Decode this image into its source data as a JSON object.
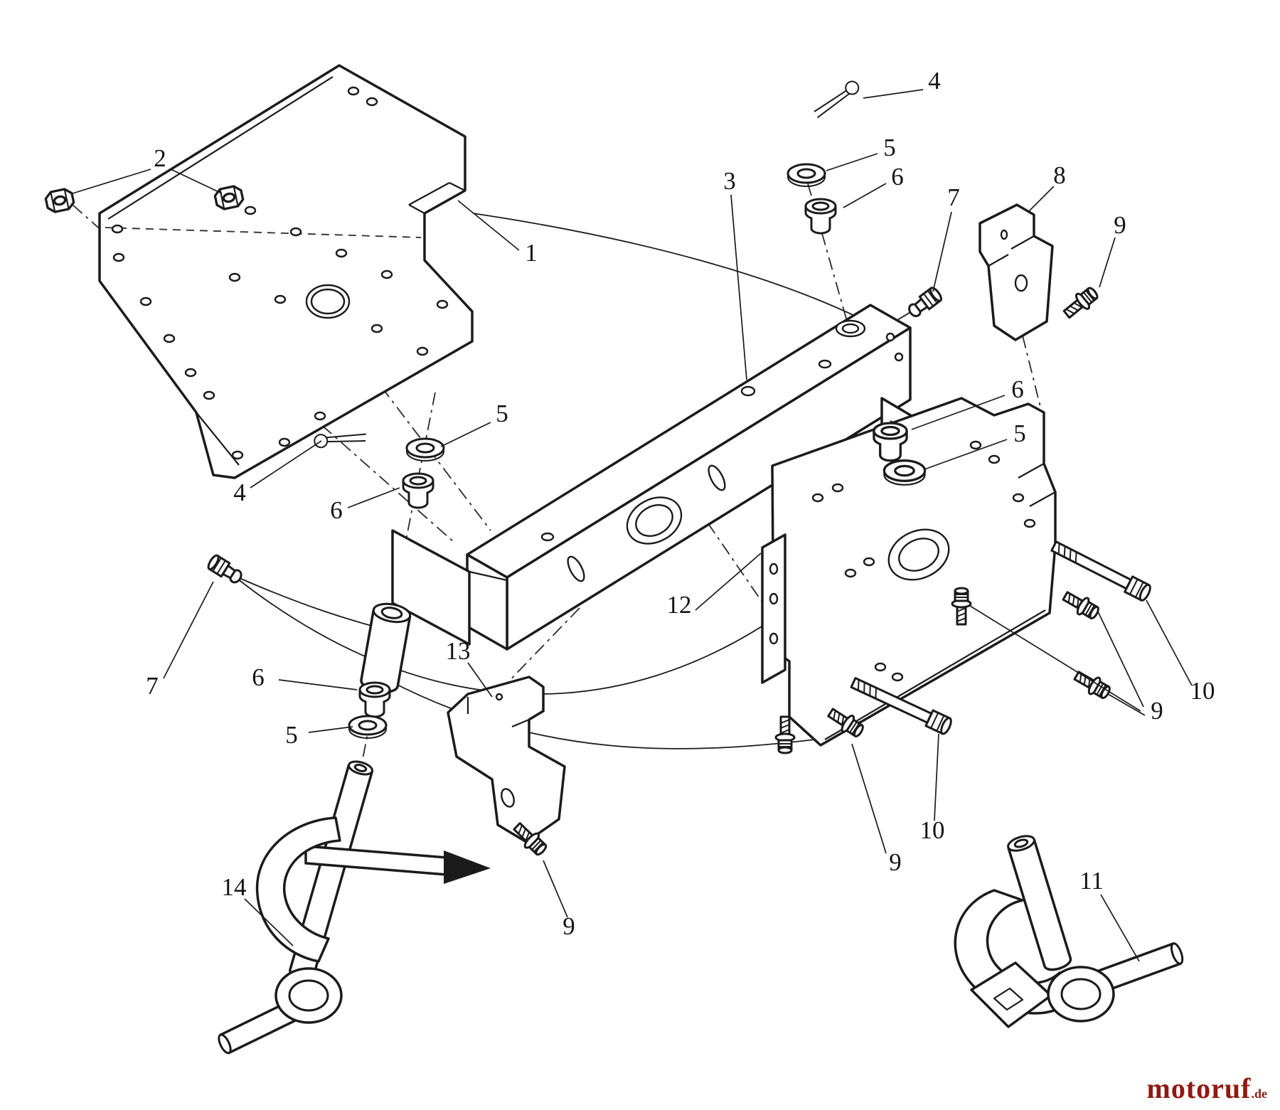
{
  "palette": {
    "line": "#1b1b1b",
    "background": "#ffffff",
    "watermark": "#8f1a10"
  },
  "watermark": {
    "brand": "motoruf",
    "suffix": ".de"
  },
  "callouts": [
    {
      "label": "2"
    },
    {
      "label": "4"
    },
    {
      "label": "5"
    },
    {
      "label": "6"
    },
    {
      "label": "7"
    },
    {
      "label": "8"
    },
    {
      "label": "9"
    },
    {
      "label": "1"
    },
    {
      "label": "3"
    },
    {
      "label": "6"
    },
    {
      "label": "5"
    },
    {
      "label": "4"
    },
    {
      "label": "5"
    },
    {
      "label": "6"
    },
    {
      "label": "7"
    },
    {
      "label": "6"
    },
    {
      "label": "5"
    },
    {
      "label": "13"
    },
    {
      "label": "12"
    },
    {
      "label": "10"
    },
    {
      "label": "9"
    },
    {
      "label": "10"
    },
    {
      "label": "9"
    },
    {
      "label": "9"
    },
    {
      "label": "14"
    },
    {
      "label": "11"
    }
  ]
}
